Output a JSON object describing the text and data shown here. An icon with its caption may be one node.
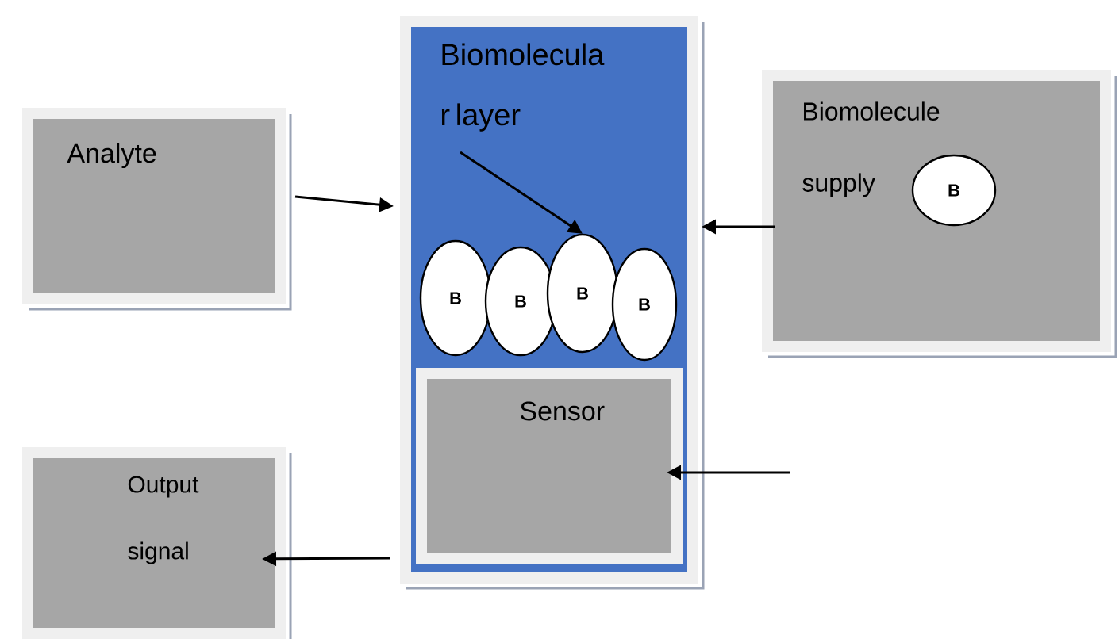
{
  "diagram": {
    "nodes": [
      {
        "text": [
          "Analyte"
        ]
      },
      {
        "text": [
          "Biomolecula r layer"
        ]
      },
      {
        "text": [
          "B"
        ],
        "in": 1
      },
      {
        "text": [
          "B"
        ],
        "in": 1
      },
      {
        "text": [
          "B"
        ],
        "in": 1
      },
      {
        "text": [
          "B"
        ],
        "in": 1
      },
      {
        "text": [
          "Sensor"
        ],
        "in": 1
      },
      {
        "text": [
          "Biomolecule supply"
        ]
      },
      {
        "text": [
          "B"
        ],
        "in": 7
      },
      {
        "text": [
          "Output signal"
        ]
      }
    ],
    "edges": [
      {
        "from": 0,
        "to": 1,
        "arrow": "to"
      },
      {
        "from": 1,
        "to": 4,
        "arrow": "to"
      },
      {
        "from": 7,
        "to": 1,
        "arrow": "to"
      },
      {
        "from": null,
        "to": 6,
        "arrow": "to"
      },
      {
        "from": 1,
        "to": 9,
        "arrow": "to"
      }
    ]
  }
}
